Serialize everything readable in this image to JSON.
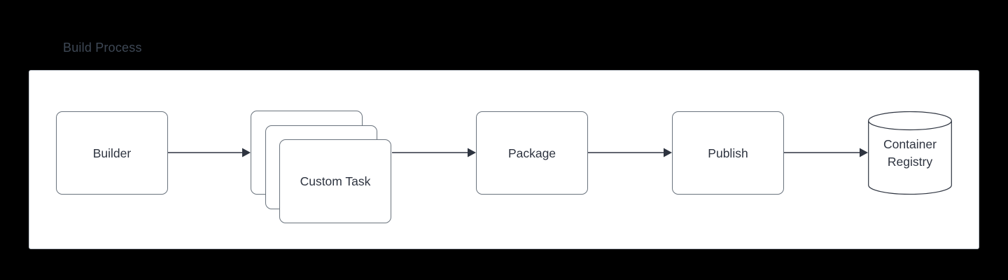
{
  "diagram": {
    "title": "Build Process",
    "title_color": "#3e4855",
    "canvas_background": "#000000",
    "container_background": "#ffffff",
    "container_border_color": "#b9bfc6",
    "node_border_color": "#6a737d",
    "node_text_color": "#2e3440",
    "arrow_color": "#2e3440",
    "nodes": [
      {
        "id": "builder",
        "label": "Builder",
        "shape": "rounded-rect"
      },
      {
        "id": "custom-task",
        "label": "Custom Task",
        "shape": "stacked-rounded-rect",
        "stack_count": 3
      },
      {
        "id": "package",
        "label": "Package",
        "shape": "rounded-rect"
      },
      {
        "id": "publish",
        "label": "Publish",
        "shape": "rounded-rect"
      },
      {
        "id": "registry",
        "label": "Container\nRegistry",
        "shape": "cylinder"
      }
    ],
    "edges": [
      {
        "from": "builder",
        "to": "custom-task",
        "arrowhead": "solid-triangle"
      },
      {
        "from": "custom-task",
        "to": "package",
        "arrowhead": "solid-triangle"
      },
      {
        "from": "package",
        "to": "publish",
        "arrowhead": "solid-triangle"
      },
      {
        "from": "publish",
        "to": "registry",
        "arrowhead": "solid-triangle"
      }
    ]
  }
}
